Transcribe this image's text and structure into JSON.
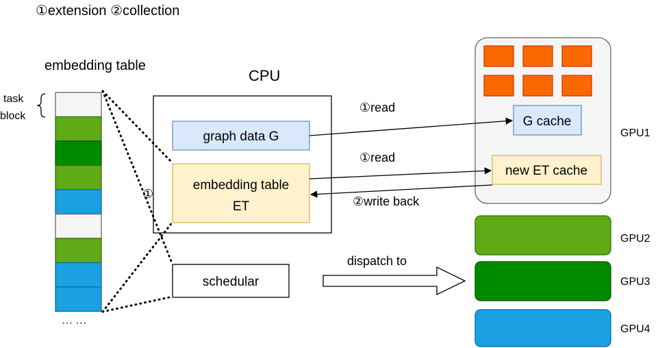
{
  "legend": "①extension ②collection",
  "embedding_table_title": "embedding table",
  "task_block_label": [
    "task",
    "block"
  ],
  "ellipsis": "··· ···",
  "cpu_title": "CPU",
  "graph_data_label": "graph data G",
  "et_label": [
    "embedding table",
    "ET"
  ],
  "extension_marker": "①",
  "scheduler_label": "schedular",
  "read_label_1": "①read",
  "read_label_2": "①read",
  "write_back_label": "②write back",
  "dispatch_label": "dispatch to",
  "g_cache_label": "G cache",
  "et_cache_label": "new ET cache",
  "gpu_labels": [
    "GPU1",
    "GPU2",
    "GPU3",
    "GPU4"
  ],
  "colors": {
    "light_green": "#60a917",
    "dark_green": "#008a00",
    "blue": "#1ba1e2",
    "empty": "#f5f5f5",
    "orange": "#fa6800",
    "g_box_fill": "#dae8fc",
    "g_box_stroke": "#6c8ebf",
    "et_box_fill": "#fff2cc",
    "et_box_stroke": "#d6b656",
    "gpu1_fill": "#f5f5f5"
  },
  "table_cells": [
    "empty",
    "light_green",
    "dark_green",
    "light_green",
    "blue",
    "empty",
    "light_green",
    "blue",
    "blue"
  ]
}
